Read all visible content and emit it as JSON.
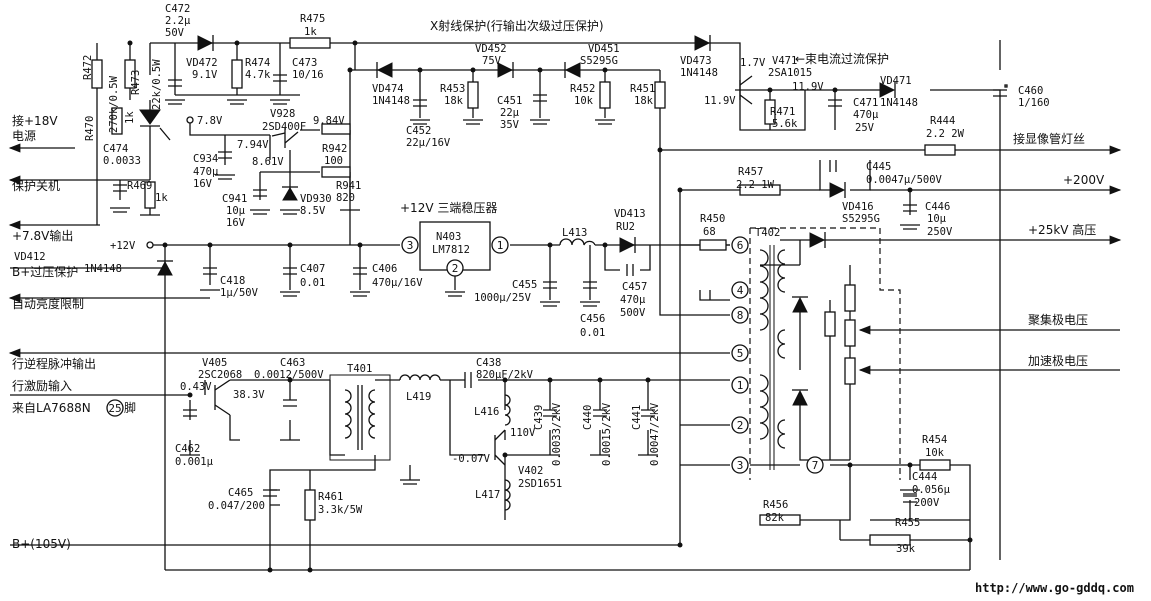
{
  "title": "X射线保护(行输出次级过压保护)",
  "beam_protect": "←束电流过流保护",
  "regulator_title": "+12V 三端稳压器",
  "watermark_url": "http://www.go-gddq.com",
  "io_left": [
    "接+18V",
    "电源",
    "保护关机",
    "+7.8V输出",
    "B+过压保护",
    "自动亮度限制",
    "行逆程脉冲输出",
    "行激励输入",
    "来自LA7688N",
    "脚",
    "B+(105V)",
    "25"
  ],
  "io_right": [
    "接显像管灯丝",
    "+200V",
    "+25kV 高压",
    "聚集极电压",
    "加速极电压"
  ],
  "net_labels": [
    "+12V",
    "7.8V",
    "1.7V",
    "11.9V",
    "11.9V",
    "9.84V",
    "7.94V",
    "8.61V",
    "0.43V",
    "38.3V",
    "110V",
    "-0.07V"
  ],
  "components": [
    {
      "ref": "C472",
      "value": "2.2μ"
    },
    {
      "ref": "",
      "value": "50V"
    },
    {
      "ref": "R475",
      "value": "1k"
    },
    {
      "ref": "R472",
      "value": "270k/0.5W"
    },
    {
      "ref": "R473",
      "value": "22k/0.5W"
    },
    {
      "ref": "VD472",
      "value": "9.1V"
    },
    {
      "ref": "R474",
      "value": "4.7k"
    },
    {
      "ref": "C473",
      "value": "10/16"
    },
    {
      "ref": "VD474",
      "value": "1N4148"
    },
    {
      "ref": "VD452",
      "value": "75V"
    },
    {
      "ref": "VD451",
      "value": "S5295G"
    },
    {
      "ref": "VD473",
      "value": "1N4148"
    },
    {
      "ref": "V471",
      "value": "2SA1015"
    },
    {
      "ref": "VD471",
      "value": "1N4148"
    },
    {
      "ref": "R453",
      "value": "18k"
    },
    {
      "ref": "C451",
      "value": "22μ"
    },
    {
      "ref": "",
      "value": "35V"
    },
    {
      "ref": "R452",
      "value": "10k"
    },
    {
      "ref": "R451",
      "value": "18k"
    },
    {
      "ref": "R471",
      "value": "5.6k"
    },
    {
      "ref": "C471",
      "value": "470μ"
    },
    {
      "ref": "",
      "value": "25V"
    },
    {
      "ref": "C460",
      "value": "1/160"
    },
    {
      "ref": "R470",
      "value": "1k"
    },
    {
      "ref": "C474",
      "value": "0.0033"
    },
    {
      "ref": "R469",
      "value": "1k"
    },
    {
      "ref": "V928",
      "value": "2SD400F"
    },
    {
      "ref": "C934",
      "value": "470μ"
    },
    {
      "ref": "",
      "value": "16V"
    },
    {
      "ref": "C941",
      "value": "10μ"
    },
    {
      "ref": "",
      "value": "16V"
    },
    {
      "ref": "VD930",
      "value": "8.5V"
    },
    {
      "ref": "R942",
      "value": "100"
    },
    {
      "ref": "R941",
      "value": "820"
    },
    {
      "ref": "C452",
      "value": "22μ/16V"
    },
    {
      "ref": "R444",
      "value": "2.2 2W"
    },
    {
      "ref": "R457",
      "value": "2.2 1W"
    },
    {
      "ref": "C445",
      "value": "0.0047μ/500V"
    },
    {
      "ref": "VD416",
      "value": "S5295G"
    },
    {
      "ref": "C446",
      "value": "10μ"
    },
    {
      "ref": "",
      "value": "250V"
    },
    {
      "ref": "VD412",
      "value": "1N4148"
    },
    {
      "ref": "C418",
      "value": "1μ/50V"
    },
    {
      "ref": "C407",
      "value": "0.01"
    },
    {
      "ref": "C406",
      "value": "470μ/16V"
    },
    {
      "ref": "N403",
      "value": "LM7812"
    },
    {
      "ref": "L413",
      "value": ""
    },
    {
      "ref": "VD413",
      "value": "RU2"
    },
    {
      "ref": "R450",
      "value": "68"
    },
    {
      "ref": "T402",
      "value": ""
    },
    {
      "ref": "C455",
      "value": "1000μ/25V"
    },
    {
      "ref": "C456",
      "value": "0.01"
    },
    {
      "ref": "C457",
      "value": "470μ"
    },
    {
      "ref": "",
      "value": "500V"
    },
    {
      "ref": "V405",
      "value": "2SC2068"
    },
    {
      "ref": "C463",
      "value": "0.0012/500V"
    },
    {
      "ref": "T401",
      "value": ""
    },
    {
      "ref": "L419",
      "value": ""
    },
    {
      "ref": "C438",
      "value": "820μF/2kV"
    },
    {
      "ref": "L416",
      "value": ""
    },
    {
      "ref": "C439",
      "value": "0.0033/2kV"
    },
    {
      "ref": "C440",
      "value": "0.0015/2kV"
    },
    {
      "ref": "C441",
      "value": "0.0047/2kV"
    },
    {
      "ref": "V402",
      "value": "2SD1651"
    },
    {
      "ref": "L417",
      "value": ""
    },
    {
      "ref": "C462",
      "value": "0.001μ"
    },
    {
      "ref": "C465",
      "value": "0.047/200"
    },
    {
      "ref": "R461",
      "value": "3.3k/5W"
    },
    {
      "ref": "R454",
      "value": "10k"
    },
    {
      "ref": "C444",
      "value": "0.056μ"
    },
    {
      "ref": "",
      "value": "200V"
    },
    {
      "ref": "R456",
      "value": "82k"
    },
    {
      "ref": "R455",
      "value": "39k"
    }
  ],
  "pins": [
    "3",
    "1",
    "2",
    "6",
    "4",
    "8",
    "5",
    "1",
    "2",
    "3",
    "7"
  ]
}
